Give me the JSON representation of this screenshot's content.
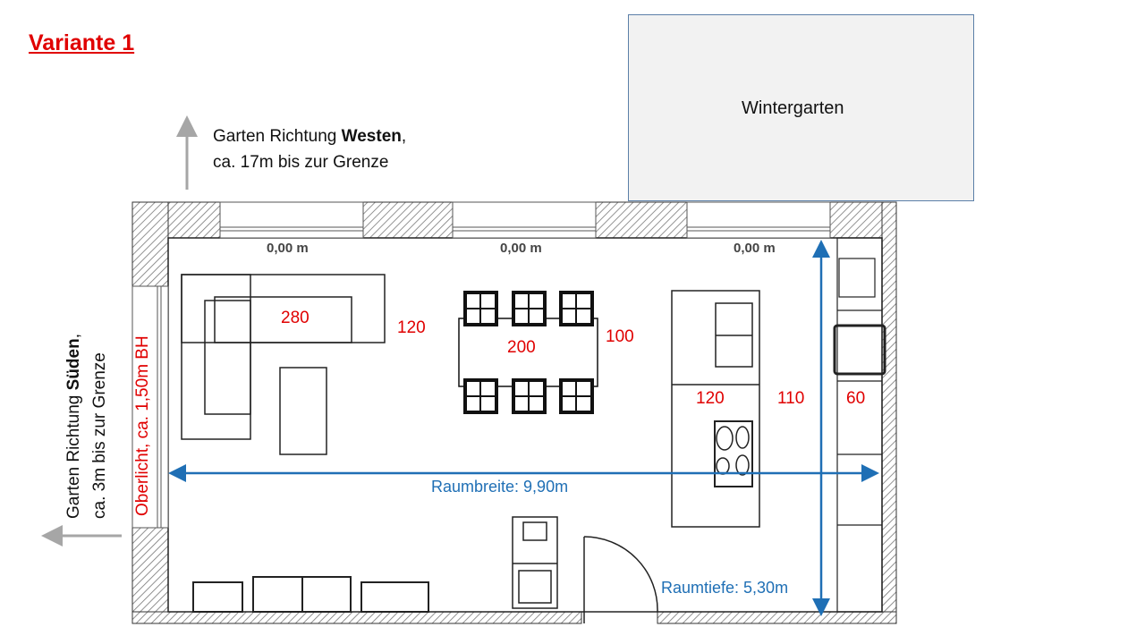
{
  "title": "Variante 1",
  "wintergarten": "Wintergarten",
  "west_note": {
    "line1_prefix": "Garten Richtung ",
    "line1_bold": "Westen",
    "line1_suffix": ",",
    "line2": "ca. 17m bis zur Grenze"
  },
  "south_note": {
    "line1_prefix": "Garten Richtung ",
    "line1_bold": "Süden",
    "line1_suffix": ",",
    "line2": "ca. 3m bis zur Grenze"
  },
  "oberlicht": "Oberlicht, ca. 1,50m BH",
  "window_heights": [
    "0,00 m",
    "0,00 m",
    "0,00 m"
  ],
  "measures": {
    "sofa": "280",
    "sofa_gap": "120",
    "table": "200",
    "table_gap": "100",
    "island": "120",
    "aisle": "110",
    "counter": "60"
  },
  "room_width": "Raumbreite: 9,90m",
  "room_depth": "Raumtiefe: 5,30m",
  "colors": {
    "red": "#e00000",
    "blue": "#1f6fb5",
    "arrow": "#a6a6a6"
  }
}
